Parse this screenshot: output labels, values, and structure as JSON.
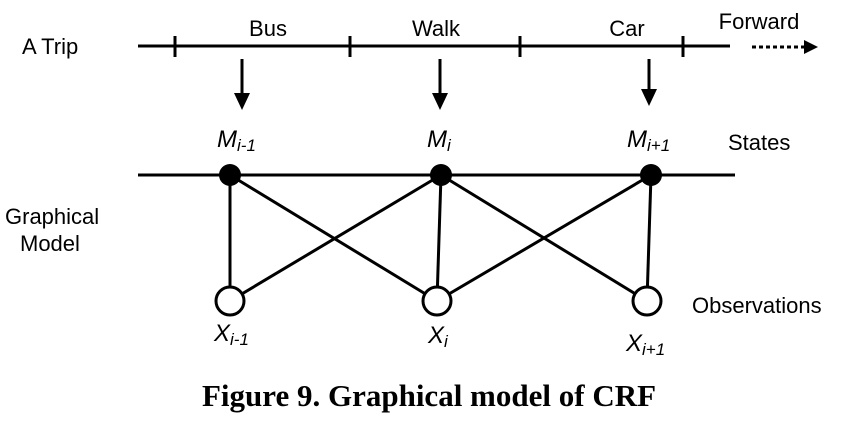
{
  "trip": {
    "label": "A Trip",
    "modes": [
      "Bus",
      "Walk",
      "Car"
    ],
    "direction": "Forward"
  },
  "states": {
    "label": "States",
    "nodes": [
      {
        "symbol": "M",
        "sub": "i-1"
      },
      {
        "symbol": "M",
        "sub": "i"
      },
      {
        "symbol": "M",
        "sub": "i+1"
      }
    ]
  },
  "model": {
    "label_line1": "Graphical",
    "label_line2": "Model"
  },
  "observations": {
    "label": "Observations",
    "nodes": [
      {
        "symbol": "X",
        "sub": "i-1"
      },
      {
        "symbol": "X",
        "sub": "i"
      },
      {
        "symbol": "X",
        "sub": "i+1"
      }
    ]
  },
  "caption": "Figure 9. Graphical model of CRF",
  "colors": {
    "stroke": "#000000",
    "fill_state": "#000000",
    "fill_obs": "#ffffff"
  }
}
